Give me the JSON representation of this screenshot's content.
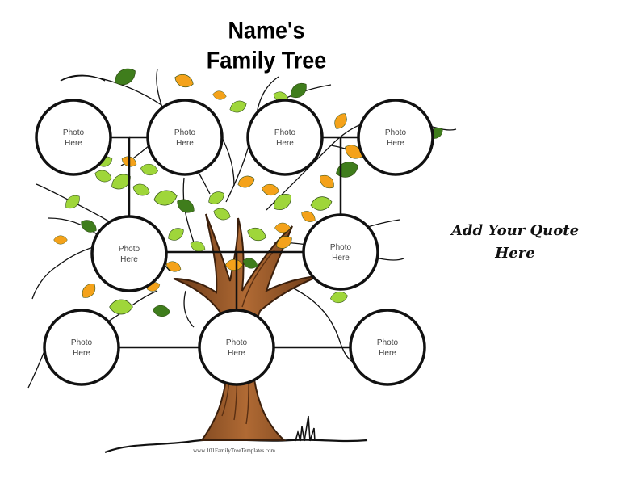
{
  "title": {
    "line1": "Name's",
    "line2": "Family Tree"
  },
  "quote": {
    "line1": "Add Your Quote",
    "line2": "Here"
  },
  "credit": "www.101FamilyTreeTemplates.com",
  "photo_label": {
    "line1": "Photo",
    "line2": "Here"
  },
  "photo_slots": [
    {
      "id": "grandparent-1",
      "line1": "Photo",
      "line2": "Here"
    },
    {
      "id": "grandparent-2",
      "line1": "Photo",
      "line2": "Here"
    },
    {
      "id": "grandparent-3",
      "line1": "Photo",
      "line2": "Here"
    },
    {
      "id": "grandparent-4",
      "line1": "Photo",
      "line2": "Here"
    },
    {
      "id": "parent-1",
      "line1": "Photo",
      "line2": "Here"
    },
    {
      "id": "parent-2",
      "line1": "Photo",
      "line2": "Here"
    },
    {
      "id": "sibling-1",
      "line1": "Photo",
      "line2": "Here"
    },
    {
      "id": "self",
      "line1": "Photo",
      "line2": "Here"
    },
    {
      "id": "sibling-2",
      "line1": "Photo",
      "line2": "Here"
    }
  ],
  "colors": {
    "trunk": "#9a5a2c",
    "trunk_dark": "#4a2a12",
    "leaf_light": "#9fd63a",
    "leaf_dark": "#3f7d1c",
    "leaf_orange": "#f4a21a",
    "line": "#111111"
  }
}
